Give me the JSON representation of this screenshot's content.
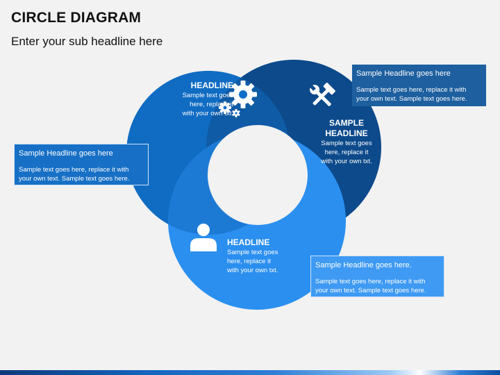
{
  "slide": {
    "title": "CIRCLE DIAGRAM",
    "subtitle": "Enter your sub headline here"
  },
  "colors": {
    "left_segment": "#0e6fca",
    "right_segment": "#0c4a8b",
    "bottom_segment": "#2b8ff0",
    "callout_top_right": "#1d5f9f",
    "callout_left": "#1770c5",
    "callout_bottom_right": "#3e9af3",
    "background": "#f2f2f2"
  },
  "segments": {
    "left": {
      "headline": "HEADLINE",
      "body_lines": [
        "Sample text goes",
        "here, replace it",
        "with your own txt."
      ],
      "icon": "gears-icon"
    },
    "right": {
      "headline_line1": "SAMPLE",
      "headline_line2": "HEADLINE",
      "body_lines": [
        "Sample text goes",
        "here, replace it",
        "with your own txt."
      ],
      "icon": "tools-icon"
    },
    "bottom": {
      "headline": "HEADLINE",
      "body_lines": [
        "Sample text goes",
        "here, replace it",
        "with your own txt."
      ],
      "icon": "person-icon"
    }
  },
  "callouts": {
    "top_right": {
      "headline": "Sample Headline goes here",
      "body_lines": [
        "Sample text goes here, replace it with",
        "your own text. Sample text goes here."
      ]
    },
    "left": {
      "headline": "Sample Headline goes here",
      "body_lines": [
        "Sample text goes here, replace it with",
        "your own text. Sample text goes here."
      ]
    },
    "bottom_right": {
      "headline": "Sample Headline goes here.",
      "body_lines": [
        "Sample text goes here, replace it with",
        "your own text. Sample text goes here."
      ]
    }
  }
}
